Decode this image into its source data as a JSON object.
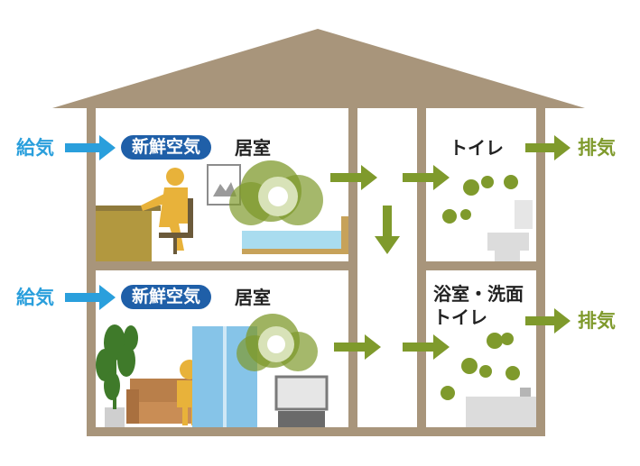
{
  "labels": {
    "supply": "給気",
    "fresh_air": "新鮮空気",
    "living_room": "居室",
    "toilet": "トイレ",
    "bath_line1": "浴室・洗面",
    "bath_line2": "トイレ",
    "exhaust": "排気"
  },
  "colors": {
    "wall": "#a8957b",
    "supply_arrow": "#2a9fdc",
    "fresh_pill": "#1f5fa8",
    "flow_arrow": "#7f9a2c",
    "odor_blob": "#7f9a2c"
  }
}
